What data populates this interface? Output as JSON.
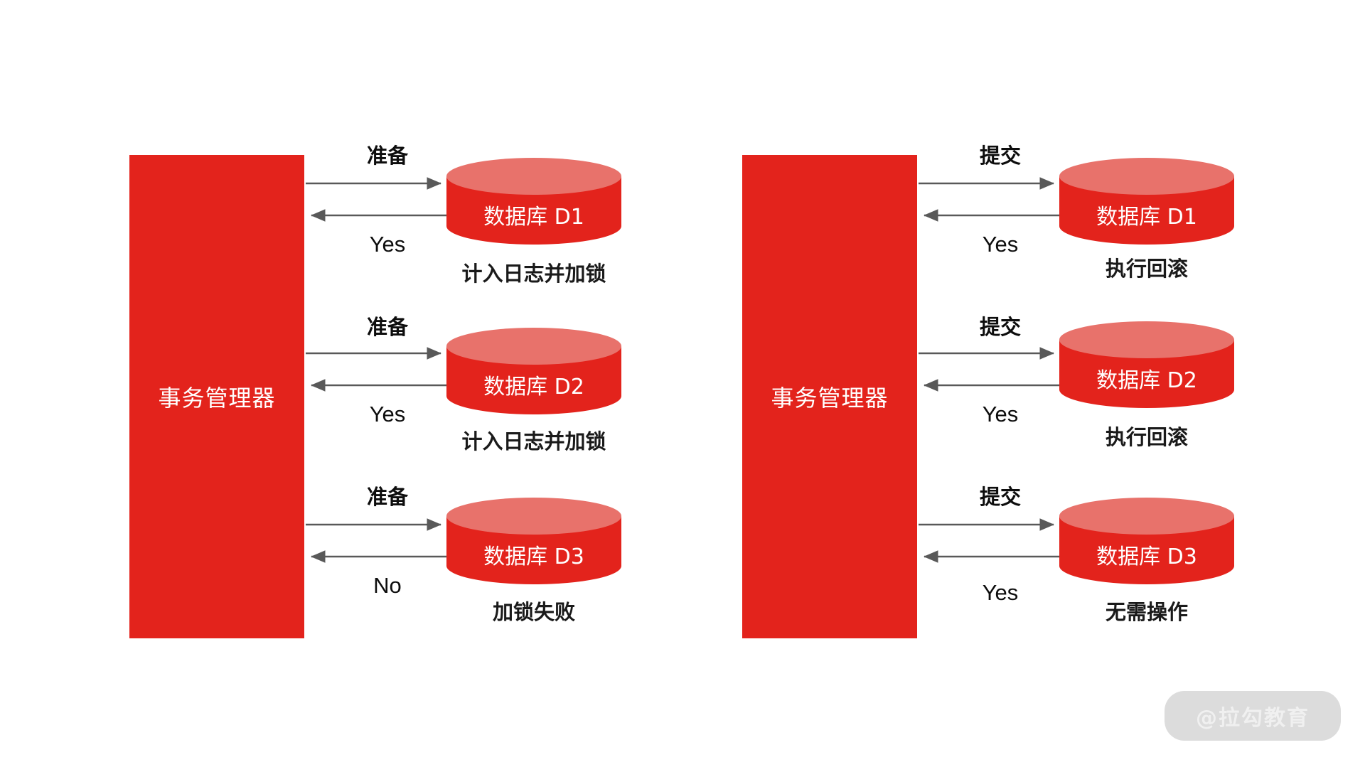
{
  "colors": {
    "background": "#ffffff",
    "brand_red": "#E3231C",
    "cylinder_body": "#E3231C",
    "cylinder_top": "#E8726B",
    "arrow": "#595959",
    "text_dark": "#0d0d0d",
    "text_on_red": "#ffffff",
    "watermark_pill": "#DCDCDC",
    "watermark_text": "#F0F0F0"
  },
  "diagrams": [
    {
      "id": "prepare-phase",
      "manager": {
        "label": "事务管理器"
      },
      "rows": [
        {
          "db_label": "数据库 D1",
          "request_label": "准备",
          "response_label": "Yes",
          "caption": "计入日志并加锁"
        },
        {
          "db_label": "数据库 D2",
          "request_label": "准备",
          "response_label": "Yes",
          "caption": "计入日志并加锁"
        },
        {
          "db_label": "数据库 D3",
          "request_label": "准备",
          "response_label": "No",
          "caption": "加锁失败"
        }
      ]
    },
    {
      "id": "commit-phase",
      "manager": {
        "label": "事务管理器"
      },
      "rows": [
        {
          "db_label": "数据库 D1",
          "request_label": "提交",
          "response_label": "Yes",
          "caption": "执行回滚"
        },
        {
          "db_label": "数据库 D2",
          "request_label": "提交",
          "response_label": "Yes",
          "caption": "执行回滚"
        },
        {
          "db_label": "数据库 D3",
          "request_label": "提交",
          "response_label": "Yes",
          "caption": "无需操作"
        }
      ]
    }
  ],
  "watermark": {
    "text": "@拉勾教育"
  }
}
